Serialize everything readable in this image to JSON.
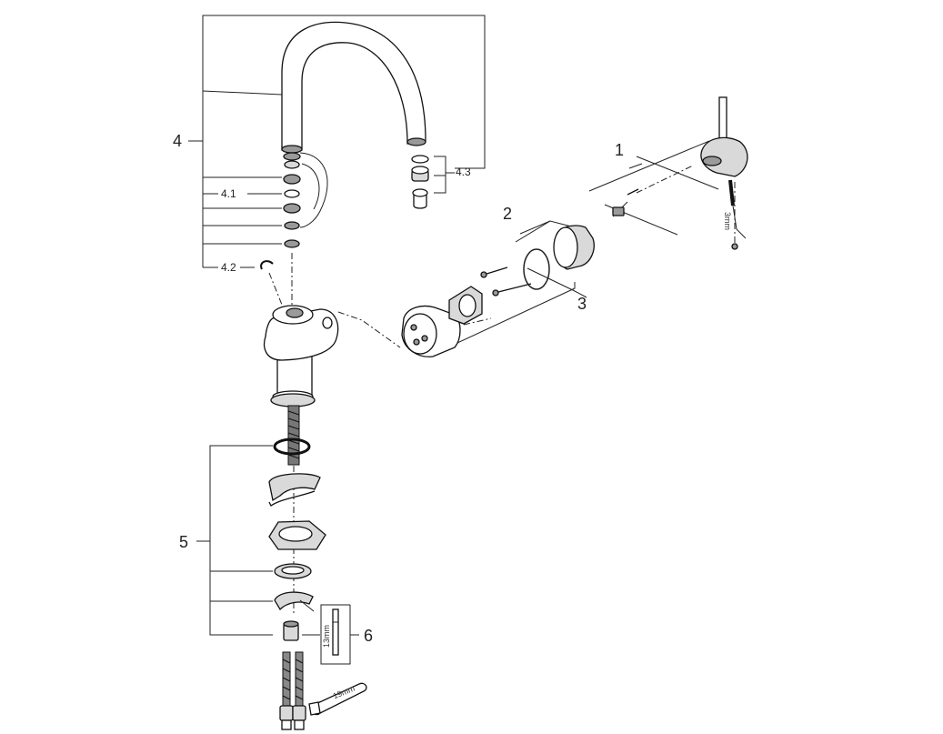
{
  "callouts": {
    "part_1": "1",
    "part_2": "2",
    "part_3": "3",
    "part_4": "4",
    "part_4_1": "4.1",
    "part_4_2": "4.2",
    "part_4_3": "4.3",
    "part_5": "5",
    "part_6": "6"
  },
  "tool_sizes": {
    "hex_key": "3mm",
    "socket": "13mm",
    "wrench": "19mm"
  }
}
